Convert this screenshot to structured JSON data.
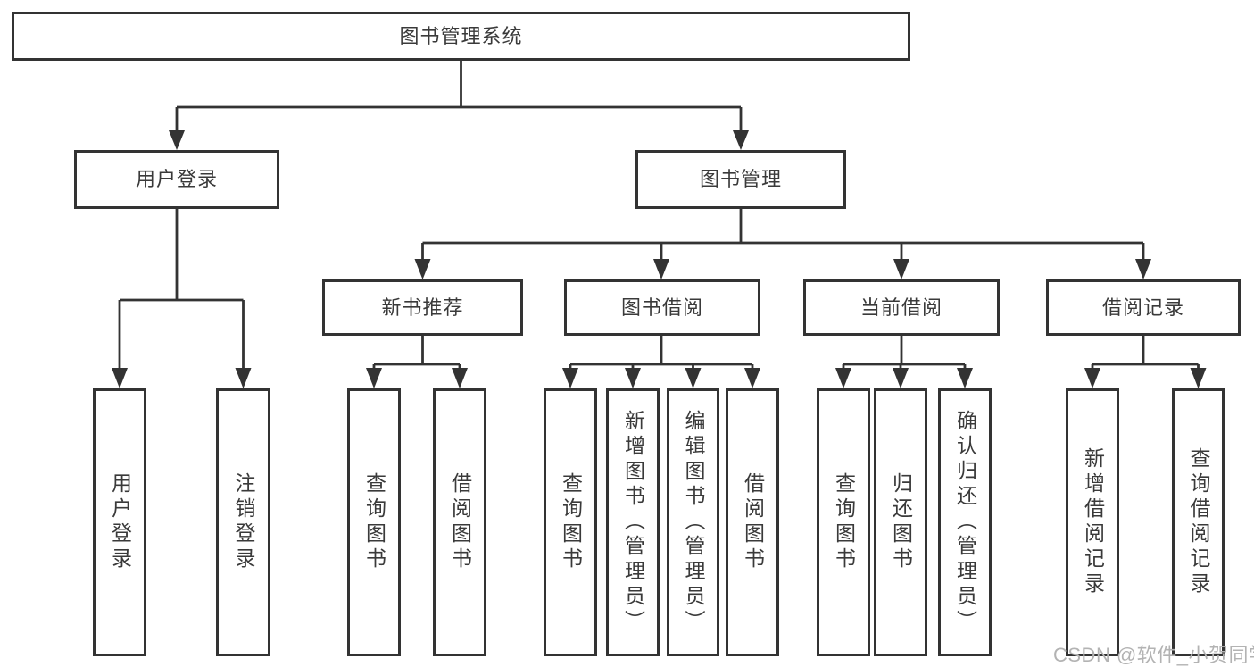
{
  "tree": {
    "root": {
      "label": "图书管理系统"
    },
    "branches": [
      {
        "label": "用户登录",
        "children": [
          {
            "label": "用户登录"
          },
          {
            "label": "注销登录"
          }
        ]
      },
      {
        "label": "图书管理",
        "children": [
          {
            "label": "新书推荐",
            "children": [
              {
                "label": "查询图书"
              },
              {
                "label": "借阅图书"
              }
            ]
          },
          {
            "label": "图书借阅",
            "children": [
              {
                "label": "查询图书"
              },
              {
                "label": "新增图书（管理员）"
              },
              {
                "label": "编辑图书（管理员）"
              },
              {
                "label": "借阅图书"
              }
            ]
          },
          {
            "label": "当前借阅",
            "children": [
              {
                "label": "查询图书"
              },
              {
                "label": "归还图书"
              },
              {
                "label": "确认归还（管理员）"
              }
            ]
          },
          {
            "label": "借阅记录",
            "children": [
              {
                "label": "新增借阅记录"
              },
              {
                "label": "查询借阅记录"
              }
            ]
          }
        ]
      }
    ]
  },
  "watermark": "CSDN @软件_小贺同学",
  "colors": {
    "line": "#333333",
    "text": "#3a3a3a",
    "background": "#ffffff",
    "watermark": "#b3b3b3"
  }
}
